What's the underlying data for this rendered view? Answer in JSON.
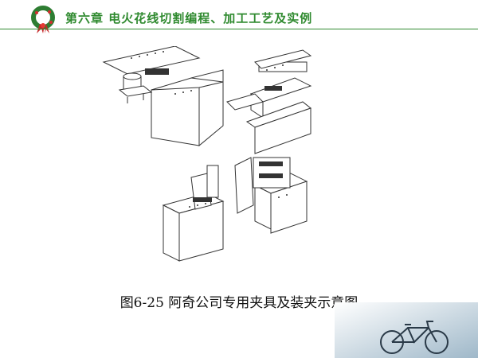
{
  "header": {
    "title": "第六章  电火花线切割编程、加工工艺及实例",
    "accent_color": "#2f8a2f",
    "icon": "christmas-wreath-icon"
  },
  "figure": {
    "caption": "图6-25  阿奇公司专用夹具及装夹示意图",
    "icon": "fixture-clamping-diagram"
  },
  "decoration": {
    "icon": "bicycle-icon"
  }
}
